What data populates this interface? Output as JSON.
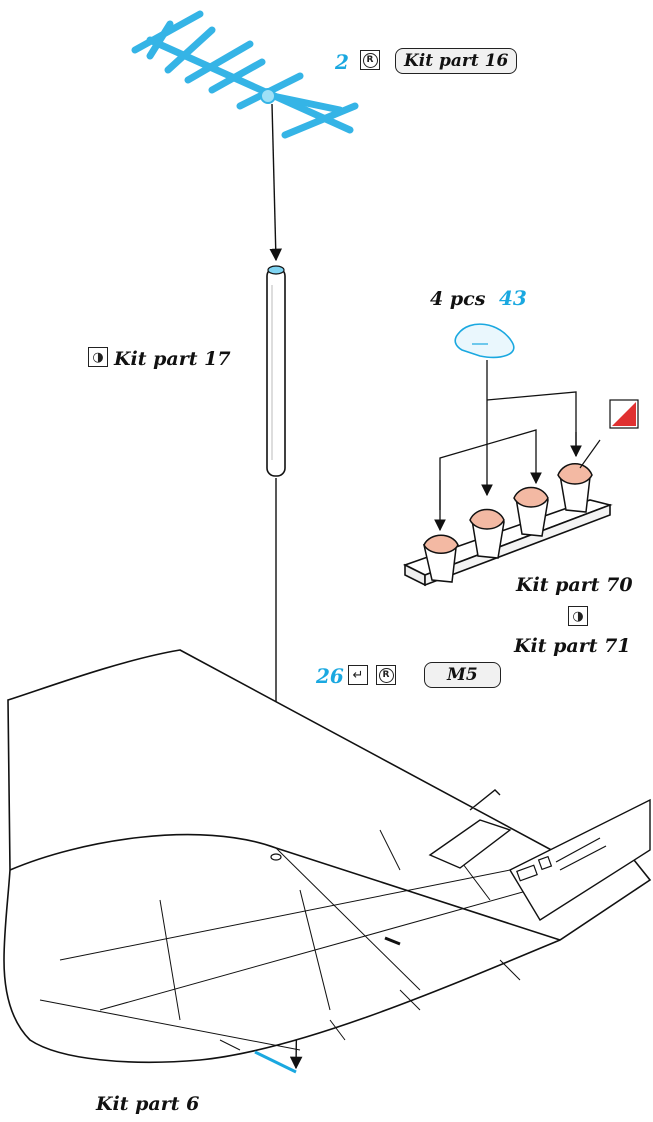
{
  "callouts": {
    "antenna": {
      "number": "2",
      "symbol": "®",
      "part": "Kit part 16"
    },
    "mast": {
      "symbol": "◑",
      "part": "Kit part 17"
    },
    "bulbs": {
      "qty": "4 pcs",
      "number": "43"
    },
    "base": {
      "part_a": "Kit part 70",
      "symbol": "◑",
      "part_b": "Kit part 71"
    },
    "bracket": {
      "number": "26",
      "symbol_a": "↵",
      "symbol_b": "®",
      "part": "M5"
    },
    "wing": {
      "part": "Kit part 6"
    }
  },
  "colors": {
    "photoetch_blue": "#4cc3ec",
    "clear_blue": "#1aa8e0",
    "lens_pink": "#f3b9a3",
    "paint_red": "#e03030",
    "line": "#111111"
  },
  "icons": [
    "registered-icon",
    "yin-yang-icon",
    "bend-icon",
    "paint-swatch-icon"
  ]
}
